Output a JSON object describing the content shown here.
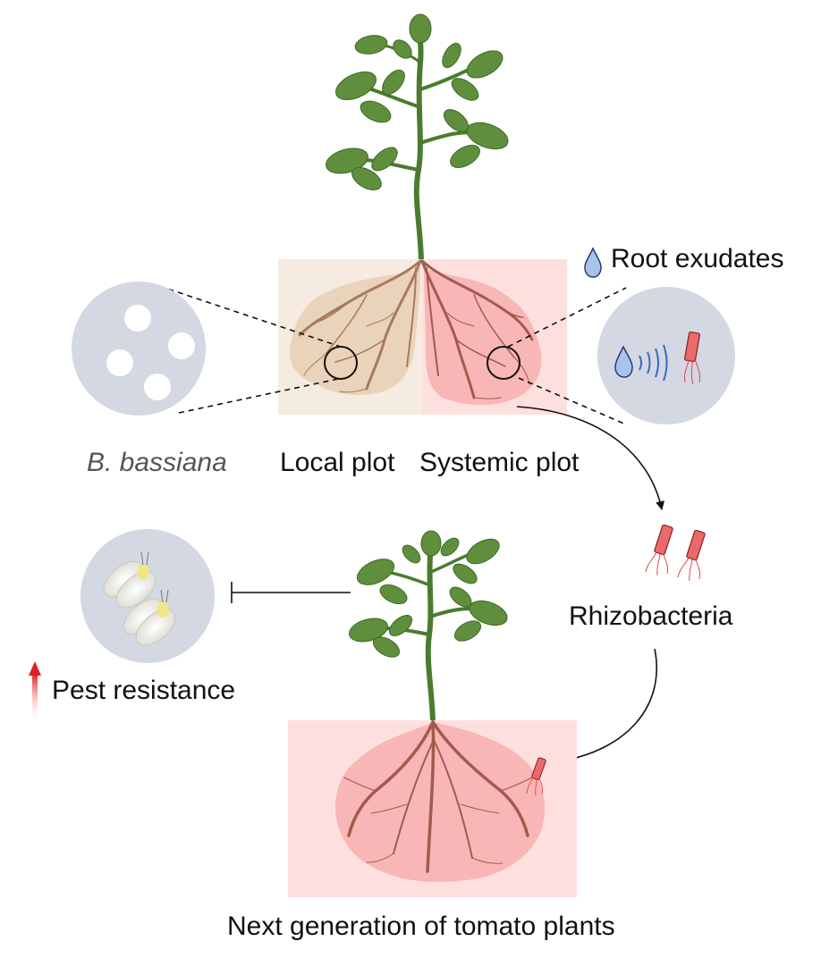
{
  "labels": {
    "root_exudates": "Root exudates",
    "b_bassiana": "B. bassiana",
    "local_plot": "Local plot",
    "systemic_plot": "Systemic plot",
    "rhizobacteria": "Rhizobacteria",
    "pest_resistance": "Pest resistance",
    "next_generation": "Next generation of tomato plants"
  },
  "colors": {
    "local_plot_bg": "#f5ebe0",
    "systemic_plot_bg": "#fde0dd",
    "root_zone_local": "#ead3bb",
    "root_zone_systemic": "#f8b6b6",
    "root_local": "#a77b5a",
    "root_systemic": "#a35a4e",
    "zoom_circle": "#d3d8e3",
    "leaf": "#5f8f3c",
    "stem": "#4a7b2e",
    "bacterium": "#e86a6a",
    "droplet": "#a9c4e6",
    "arrow_up": "#e02020"
  }
}
